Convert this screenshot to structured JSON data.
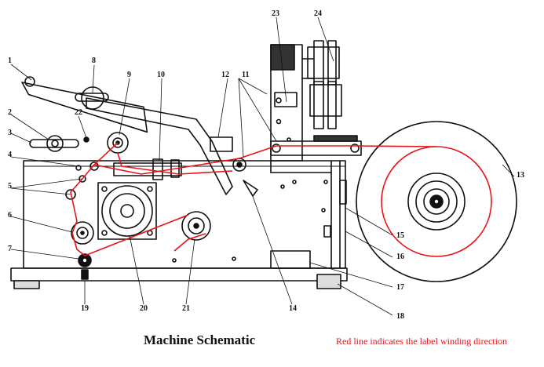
{
  "caption": {
    "title": "Machine Schematic",
    "note": "Red line indicates the label winding direction"
  },
  "colors": {
    "line": "#111111",
    "label_path": "#e8141b",
    "background": "#ffffff"
  },
  "callouts": [
    "1",
    "2",
    "3",
    "4",
    "5",
    "6",
    "7",
    "8",
    "9",
    "10",
    "11",
    "12",
    "13",
    "14",
    "15",
    "16",
    "17",
    "18",
    "19",
    "20",
    "21",
    "22",
    "23",
    "24"
  ]
}
